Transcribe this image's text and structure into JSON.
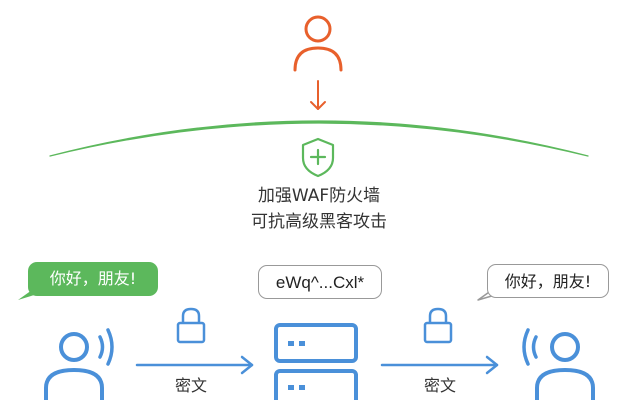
{
  "waf": {
    "line1": "加强WAF防火墙",
    "line2": "可抗高级黑客攻击"
  },
  "sender": {
    "message": "你好，朋友!"
  },
  "server": {
    "cipher_text": "eWq^...Cxl*"
  },
  "receiver": {
    "message": "你好，朋友!"
  },
  "links": {
    "left_label": "密文",
    "right_label": "密文"
  },
  "colors": {
    "attacker": "#e8602c",
    "shield": "#5cb85c",
    "arc": "#5cb85c",
    "user": "#4a90d9",
    "arrow": "#4a90d9",
    "bubble_green": "#5cb85c",
    "bubble_border": "#999999"
  }
}
